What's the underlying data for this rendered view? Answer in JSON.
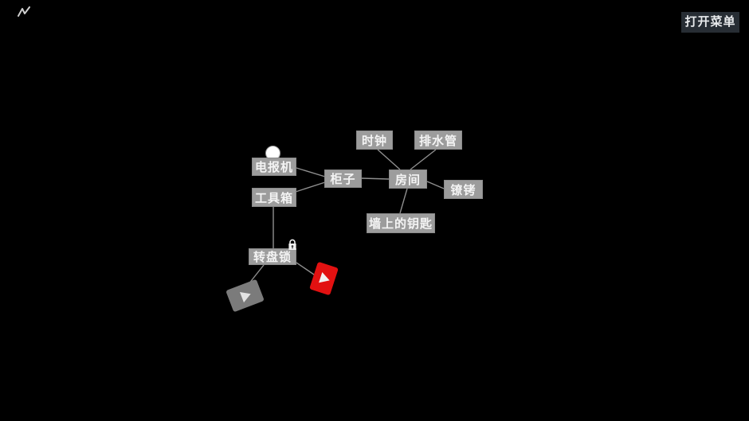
{
  "menu_button": {
    "label": "打开菜单"
  },
  "graph": {
    "nodes": [
      {
        "id": "dianbaoji",
        "label": "电报机"
      },
      {
        "id": "gongjuxiang",
        "label": "工具箱"
      },
      {
        "id": "guizi",
        "label": "柜子"
      },
      {
        "id": "shizhong",
        "label": "时钟"
      },
      {
        "id": "paishuiguan",
        "label": "排水管"
      },
      {
        "id": "fangjian",
        "label": "房间"
      },
      {
        "id": "liaokao",
        "label": "镣铐"
      },
      {
        "id": "qiangshangdeyaoshi",
        "label": "墙上的钥匙"
      },
      {
        "id": "zhuanpansuo",
        "label": "转盘锁"
      }
    ],
    "edges": [
      [
        "dianbaoji",
        "guizi"
      ],
      [
        "gongjuxiang",
        "guizi"
      ],
      [
        "guizi",
        "fangjian"
      ],
      [
        "fangjian",
        "shizhong"
      ],
      [
        "fangjian",
        "paishuiguan"
      ],
      [
        "fangjian",
        "liaokao"
      ],
      [
        "fangjian",
        "qiangshangdeyaoshi"
      ],
      [
        "gongjuxiang",
        "zhuanpansuo"
      ],
      [
        "zhuanpansuo",
        "video-gray"
      ],
      [
        "zhuanpansuo",
        "video-red"
      ]
    ],
    "badges": [
      {
        "node": "dianbaoji",
        "icon": "notification-dot"
      },
      {
        "node": "zhuanpansuo",
        "icon": "lock-icon"
      }
    ],
    "media": [
      {
        "id": "video-red",
        "icon": "play-icon",
        "color": "#e21111"
      },
      {
        "id": "video-gray",
        "icon": "play-icon",
        "color": "#7b7b7b"
      }
    ]
  },
  "colors": {
    "background": "#000000",
    "node_bg": "#9c9c9c",
    "node_text": "#f4f4f4",
    "edge": "#8f8f8f",
    "button_bg": "#272d34",
    "button_text": "#e9ebed",
    "red_card": "#e21111",
    "gray_card": "#7b7b7b"
  }
}
